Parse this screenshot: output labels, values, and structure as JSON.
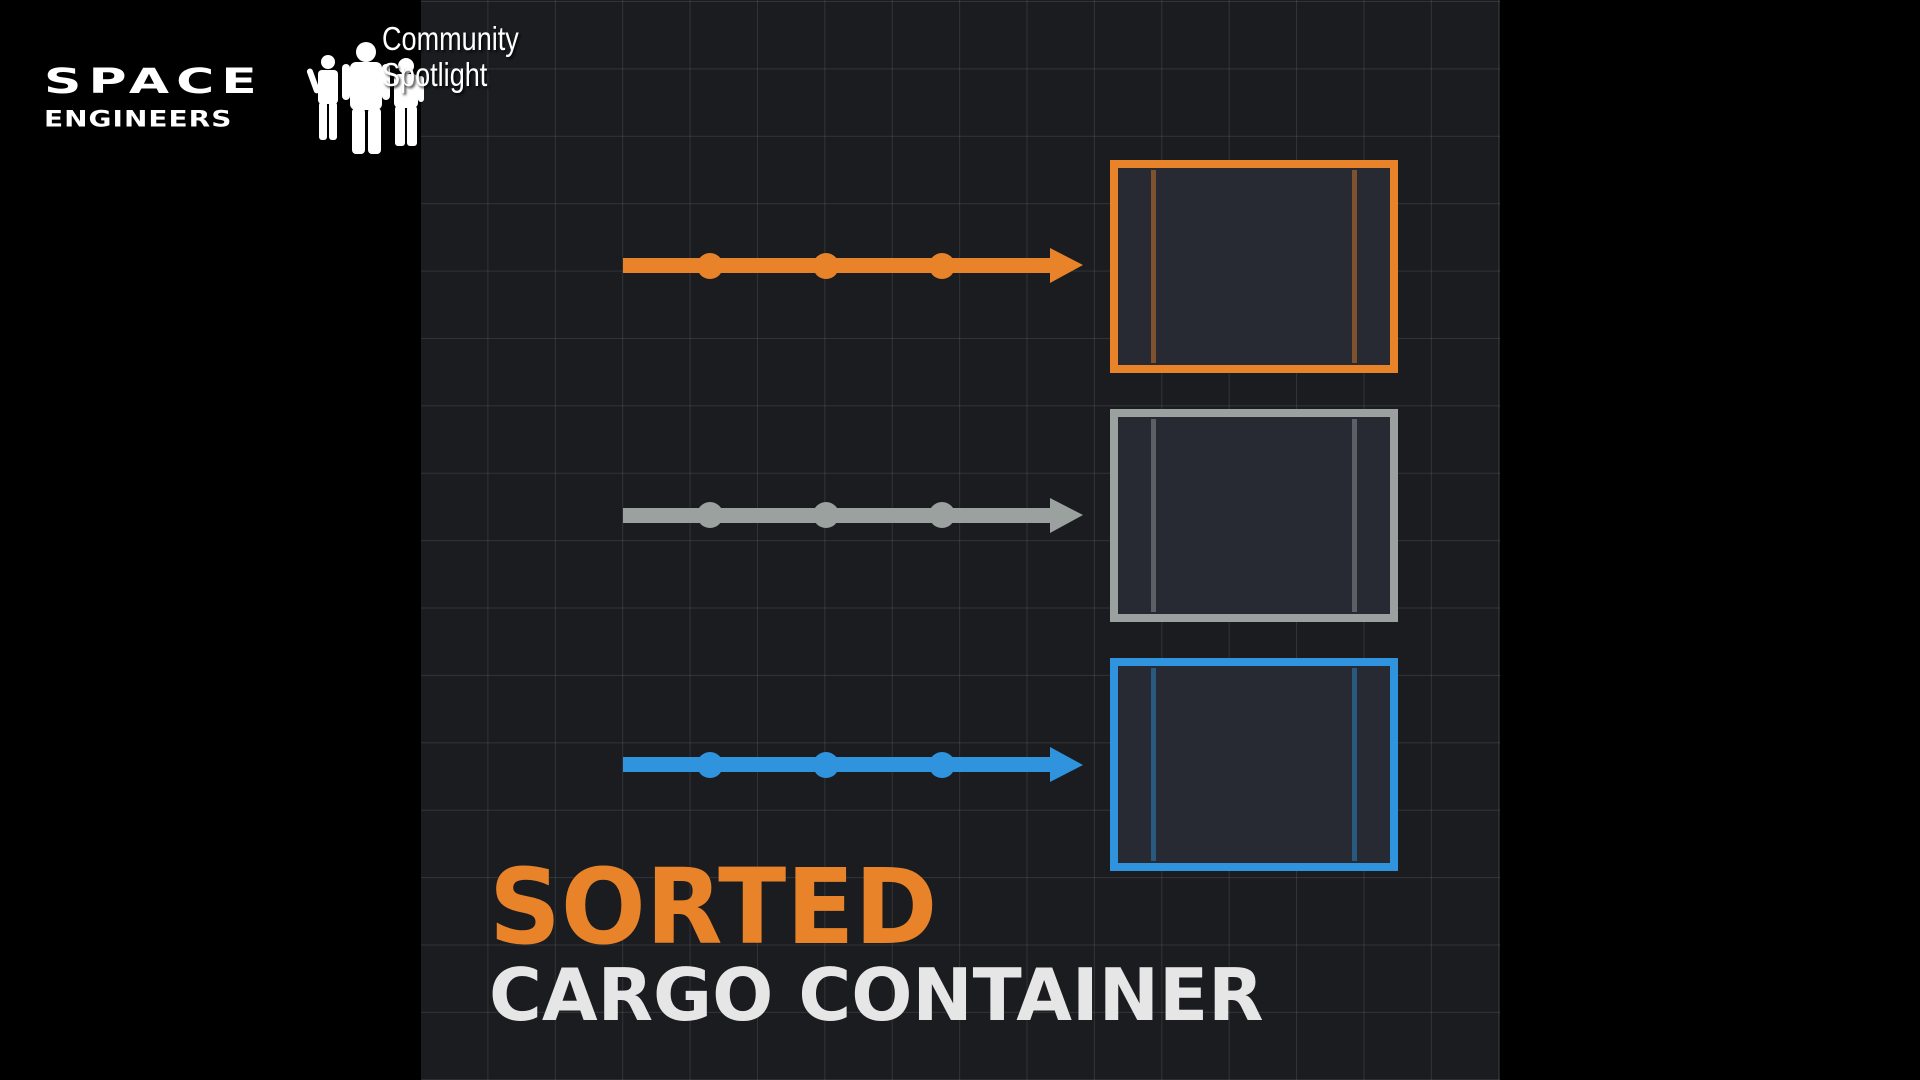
{
  "logo": {
    "line1": "SPACE",
    "line2": "ENGINEERS",
    "icon": "astronaut-silhouettes-icon"
  },
  "spotlight": {
    "line1": "Community",
    "line2": "Spotlight"
  },
  "title": {
    "main": "SORTED",
    "sub": "CARGO CONTAINER"
  },
  "colors": {
    "orange": "#e8832a",
    "gray": "#9aa19f",
    "blue": "#2f93de",
    "background": "#1b1c20"
  },
  "flows": [
    {
      "color": "orange",
      "icon": "arrow-right-icon"
    },
    {
      "color": "gray",
      "icon": "arrow-right-icon"
    },
    {
      "color": "blue",
      "icon": "arrow-right-icon"
    }
  ]
}
